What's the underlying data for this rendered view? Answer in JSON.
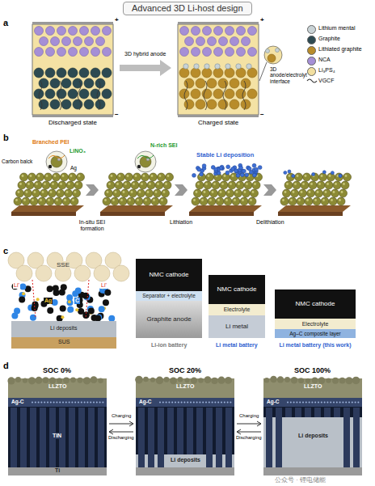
{
  "diagram": {
    "title": "Advanced 3D Li-host design",
    "nodes": [
      {
        "text": [
          "NMC cathode"
        ]
      },
      {
        "text": [
          "Separator + electrolyte"
        ]
      },
      {
        "text": [
          "Graphite anode"
        ]
      },
      {
        "text": [
          "NMC cathode"
        ]
      },
      {
        "text": [
          "Electrolyte"
        ]
      },
      {
        "text": [
          "Li metal"
        ]
      },
      {
        "text": [
          "NMC cathode"
        ]
      },
      {
        "text": [
          "Electrolyte"
        ]
      },
      {
        "text": [
          "Ag–C composite layer"
        ]
      }
    ],
    "labels": [
      "a",
      "Discharged state",
      "3D hybrid anode",
      "Charged state",
      "3D anode/electrolyt interface",
      "+",
      "−",
      "+",
      "−",
      "b",
      "Branched PEI",
      "LiNO₃",
      "N-rich SEI",
      "Carbon balck",
      "Ag",
      "In-situ SEI formation",
      "Lithiation",
      "Stable Li deposition",
      "Delithiation",
      "c",
      "SSE",
      "Li⁺",
      "Li⁺",
      "Ag",
      "C",
      "Li deposits",
      "SUS",
      "Li-ion battery",
      "Li metal battery",
      "Li metal battery (this work)",
      "d",
      "SOC 0%",
      "SOC 20%",
      "SOC 100%",
      "LLZTO",
      "LLZTO",
      "LLZTO",
      "Ag-C",
      "Ag-C",
      "Ag-C",
      "TiN",
      "Ti",
      "Li deposits",
      "Li deposits",
      "Charging",
      "Discharging",
      "Charging",
      "Discharging",
      "公众号 · 锂电储能"
    ],
    "legend": [
      {
        "text": "Lithium mental",
        "color": "#c9d3d6"
      },
      {
        "text": "Graphite",
        "color": "#2d4a52"
      },
      {
        "text": "Lithiated graphite",
        "color": "#b88c2a"
      },
      {
        "text": "NCA",
        "color": "#a58fd6"
      },
      {
        "text": "Li₃PS₄",
        "color": "#f2dfa0"
      },
      {
        "text": "VGCF"
      }
    ]
  }
}
